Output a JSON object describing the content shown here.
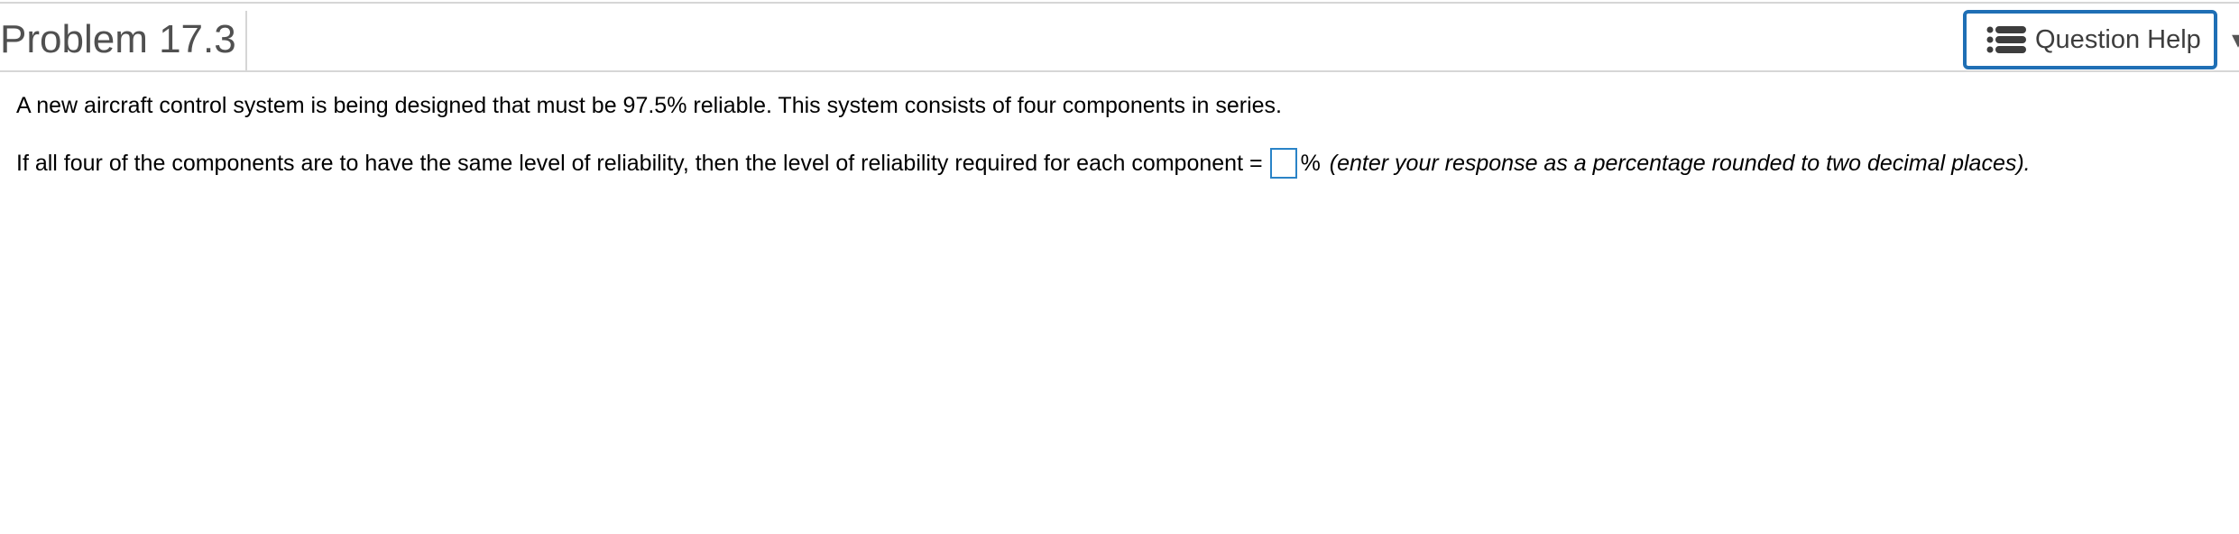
{
  "header": {
    "title": "Problem 17.3",
    "help_button_label": "Question Help",
    "help_icon": "list-icon",
    "accent_color": "#1f6fb5"
  },
  "question": {
    "paragraph1": "A new aircraft control system is being designed that must be 97.5% reliable. This system consists of four components in series.",
    "paragraph2_prefix": "If all four of the components are to have the same level of reliability, then the level of reliability required for each component =",
    "answer_value": "",
    "unit": "%",
    "instruction": "(enter your response as a percentage rounded to two decimal places)."
  }
}
